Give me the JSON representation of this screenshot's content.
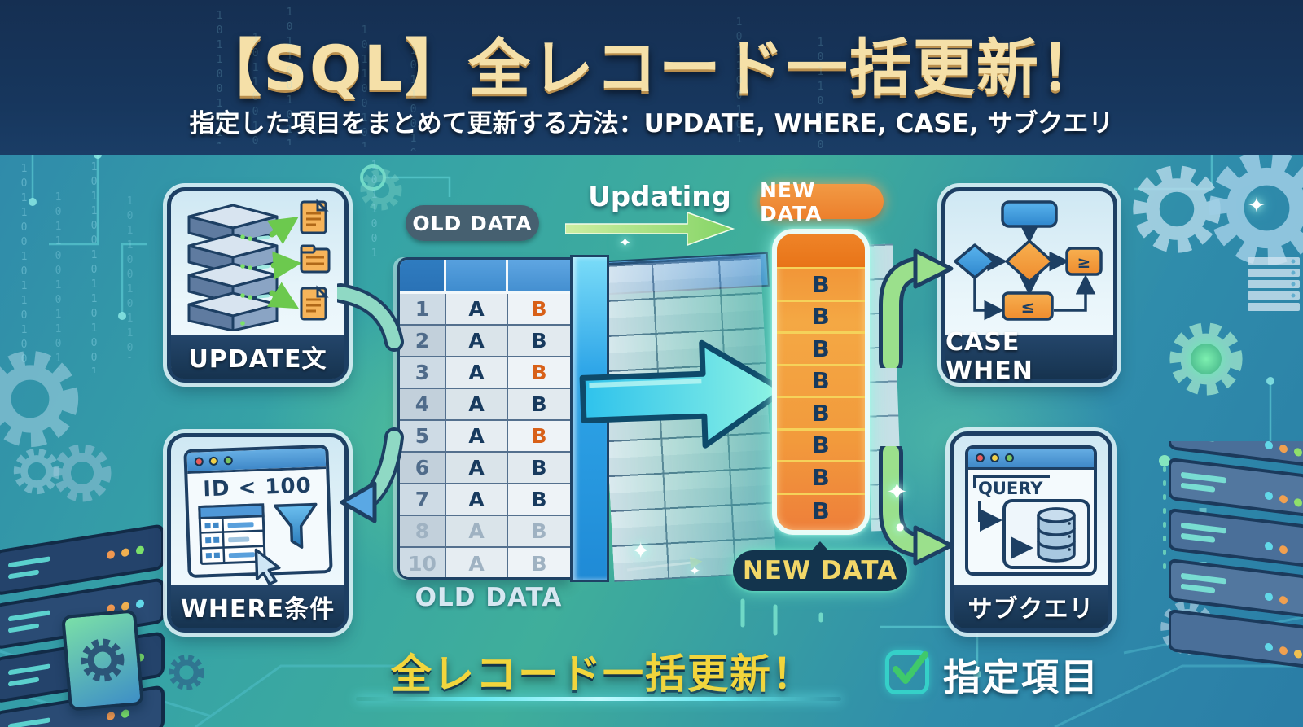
{
  "header": {
    "title": "【SQL】全レコード一括更新！",
    "subtitle": "指定した項目をまとめて更新する方法：UPDATE, WHERE, CASE, サブクエリ"
  },
  "cards": {
    "update": {
      "label": "UPDATE文"
    },
    "where": {
      "label": "WHERE条件",
      "window_text": "ID < 100"
    },
    "case_when": {
      "label": "CASE WHEN",
      "branch_right": "≥",
      "branch_bottom": "≤"
    },
    "subquery": {
      "label": "サブクエリ",
      "window_text": "QUERY"
    }
  },
  "flow": {
    "old_data_label_top": "OLD DATA",
    "old_data_label_bottom": "OLD DATA",
    "updating_label": "Updating",
    "new_data_label_top": "NEW DATA",
    "new_data_label_bottom": "NEW DATA"
  },
  "table": {
    "rows": [
      {
        "id": "1",
        "a": "A",
        "b": "B"
      },
      {
        "id": "2",
        "a": "A",
        "b": "B"
      },
      {
        "id": "3",
        "a": "A",
        "b": "B"
      },
      {
        "id": "4",
        "a": "A",
        "b": "B"
      },
      {
        "id": "5",
        "a": "A",
        "b": "B"
      },
      {
        "id": "6",
        "a": "A",
        "b": "B"
      },
      {
        "id": "7",
        "a": "A",
        "b": "B"
      },
      {
        "id": "8",
        "a": "A",
        "b": "B"
      },
      {
        "id": "10",
        "a": "A",
        "b": "B"
      }
    ]
  },
  "new_column": {
    "cells": [
      "B",
      "B",
      "B",
      "B",
      "B",
      "B",
      "B",
      "B"
    ]
  },
  "footer": {
    "headline": "全レコード一括更新！",
    "checkbox_label": "指定項目"
  },
  "decor": {
    "binary": "101100101101001011010110"
  },
  "colors": {
    "title_gold": "#F5E0A8",
    "footer_yellow": "#F2D53C",
    "accent_orange": "#EF8530",
    "navy": "#16334F",
    "highlight_blue": "#2D9FE4",
    "arrow_green": "#8FDD7A",
    "glow_teal": "#7FF0DC"
  }
}
